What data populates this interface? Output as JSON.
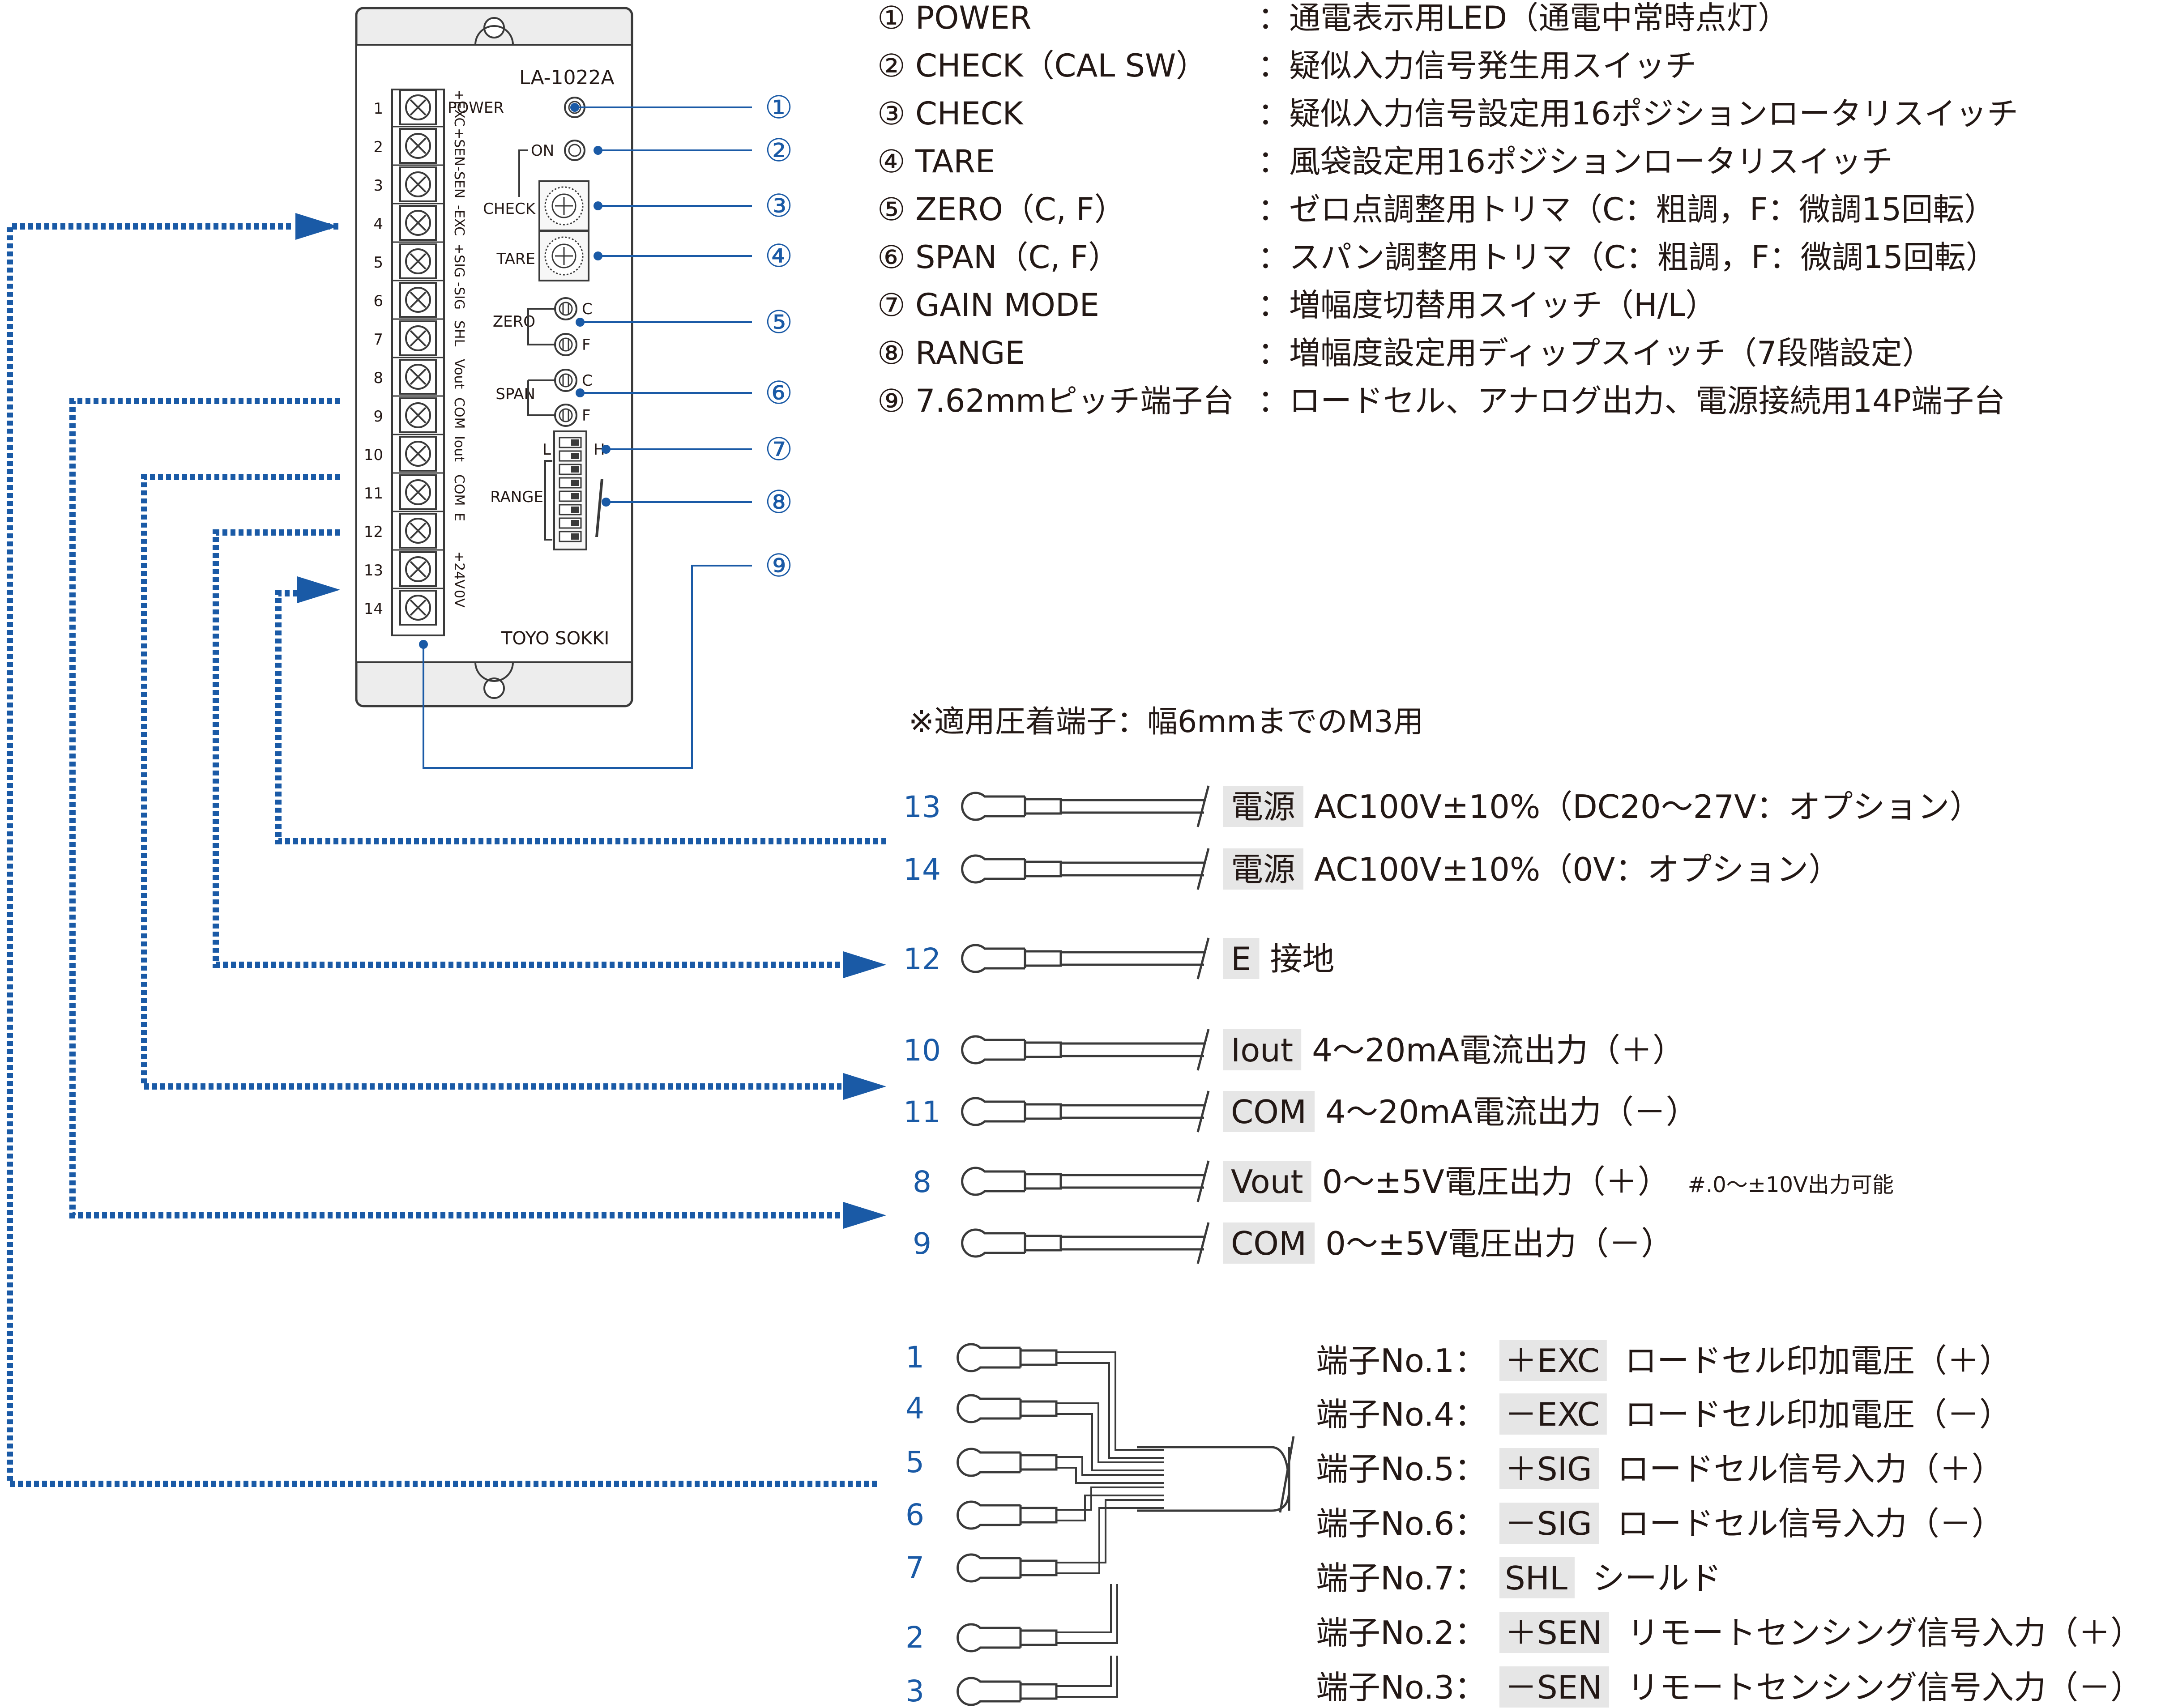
{
  "module": {
    "model": "LA-1022A",
    "brand": "TOYO SOKKI",
    "led_labels": {
      "power": "POWER",
      "on": "ON"
    },
    "rotary_labels": {
      "check": "CHECK",
      "tare": "TARE"
    },
    "trim_labels": {
      "zero": "ZERO",
      "span": "SPAN",
      "coarse": "C",
      "fine": "F"
    },
    "dip_labels": {
      "low": "L",
      "high": "H",
      "range": "RANGE"
    },
    "terminal_numbers": [
      "1",
      "2",
      "3",
      "4",
      "5",
      "6",
      "7",
      "8",
      "9",
      "10",
      "11",
      "12",
      "13",
      "14"
    ],
    "terminal_signals": [
      "+EXC",
      "+SEN",
      "-SEN",
      "-EXC",
      "+SIG",
      "-SIG",
      "SHL",
      "Vout",
      "COM",
      "Iout",
      "COM",
      "E",
      "+24V",
      "0V"
    ]
  },
  "callouts": [
    "①",
    "②",
    "③",
    "④",
    "⑤",
    "⑥",
    "⑦",
    "⑧",
    "⑨"
  ],
  "legend": [
    {
      "name": "① POWER",
      "desc": "：通電表示用LED（通電中常時点灯）"
    },
    {
      "name": "② CHECK（CAL SW）",
      "desc": "：疑似入力信号発生用スイッチ"
    },
    {
      "name": "③ CHECK",
      "desc": "：疑似入力信号設定用16ポジションロータリスイッチ"
    },
    {
      "name": "④ TARE",
      "desc": "：風袋設定用16ポジションロータリスイッチ"
    },
    {
      "name": "⑤ ZERO（C, F）",
      "desc": "：ゼロ点調整用トリマ（C：粗調，F：微調15回転）"
    },
    {
      "name": "⑥ SPAN（C, F）",
      "desc": "：スパン調整用トリマ（C：粗調，F：微調15回転）"
    },
    {
      "name": "⑦ GAIN MODE",
      "desc": "：増幅度切替用スイッチ（H/L）"
    },
    {
      "name": "⑧ RANGE",
      "desc": "：増幅度設定用ディップスイッチ（7段階設定）"
    },
    {
      "name": "⑨ 7.62mmピッチ端子台",
      "desc": "：ロードセル、アナログ出力、電源接続用14P端子台"
    }
  ],
  "note": "※適用圧着端子：幅6mmまでのM3用",
  "connections": [
    {
      "num": "13",
      "tag": "電源",
      "desc": "AC100V±10%（DC20～27V：オプション）",
      "extra": ""
    },
    {
      "num": "14",
      "tag": "電源",
      "desc": "AC100V±10%（0V：オプション）",
      "extra": ""
    },
    {
      "num": "12",
      "tag": "E",
      "desc": "接地",
      "extra": ""
    },
    {
      "num": "10",
      "tag": "Iout",
      "desc": "4～20mA電流出力（＋）",
      "extra": ""
    },
    {
      "num": "11",
      "tag": "COM",
      "desc": "4～20mA電流出力（－）",
      "extra": ""
    },
    {
      "num": "8",
      "tag": "Vout",
      "desc": "0～±5V電圧出力（＋）",
      "extra": "#.0～±10V出力可能"
    },
    {
      "num": "9",
      "tag": "COM",
      "desc": "0～±5V電圧出力（－）",
      "extra": ""
    }
  ],
  "loadcell": {
    "terminal_numbers": [
      "1",
      "4",
      "5",
      "6",
      "7",
      "2",
      "3"
    ],
    "rows": [
      {
        "label": "端子No.1：",
        "tag": "＋EXC",
        "desc": "ロードセル印加電圧（＋）"
      },
      {
        "label": "端子No.4：",
        "tag": "－EXC",
        "desc": "ロードセル印加電圧（－）"
      },
      {
        "label": "端子No.5：",
        "tag": "＋SIG",
        "desc": "ロードセル信号入力（＋）"
      },
      {
        "label": "端子No.6：",
        "tag": "－SIG",
        "desc": "ロードセル信号入力（－）"
      },
      {
        "label": "端子No.7：",
        "tag": "SHL",
        "desc": "シールド"
      },
      {
        "label": "端子No.2：",
        "tag": "＋SEN",
        "desc": "リモートセンシング信号入力（＋）"
      },
      {
        "label": "端子No.3：",
        "tag": "－SEN",
        "desc": "リモートセンシング信号入力（－）"
      }
    ]
  },
  "colors": {
    "accent": "#1a5aa6",
    "tag_bg": "#e6e6e6",
    "panel": "#ededed",
    "text": "#231815"
  }
}
